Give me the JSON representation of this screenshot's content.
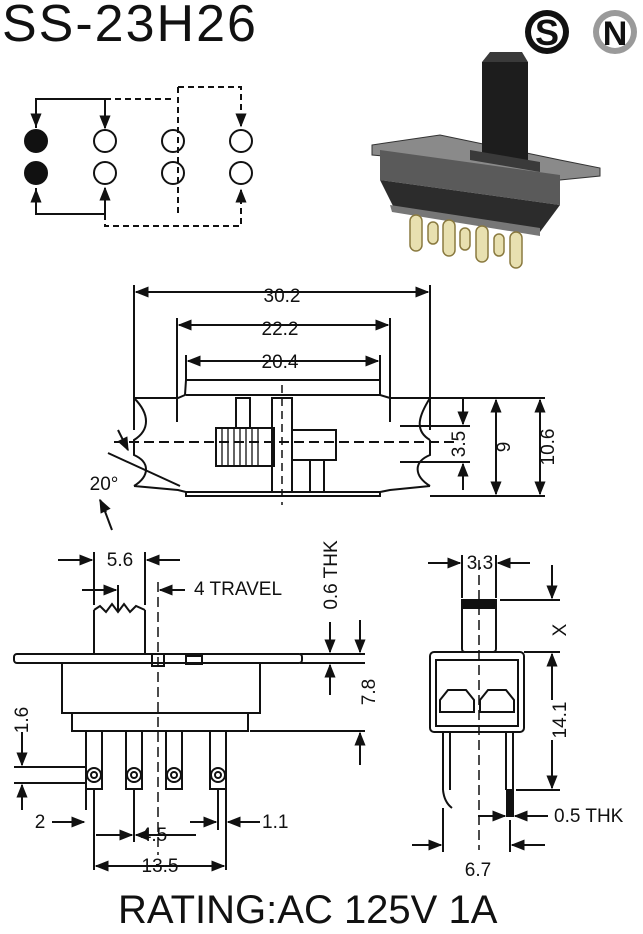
{
  "title": "SS-23H26",
  "rating": "RATING:AC 125V 1A",
  "logo": {
    "letters": [
      "S",
      "N"
    ]
  },
  "top_view": {
    "overall": "30.2",
    "mount_span": "22.2",
    "body": "20.4",
    "slot": "3.5",
    "body_height": "9",
    "overall_height": "10.6",
    "angle": "20°"
  },
  "side_view": {
    "knob": "5.6",
    "travel": "4 TRAVEL",
    "thickness": "0.6 THK",
    "height": "7.8",
    "pin_offset": "1.6",
    "edge": "2",
    "pitch": "4.5",
    "pin_width": "1.1",
    "pin_span": "13.5"
  },
  "end_view": {
    "knob": "3.3",
    "x": "X",
    "height": "14.1",
    "pin_thk": "0.5 THK",
    "spacing": "6.7"
  }
}
